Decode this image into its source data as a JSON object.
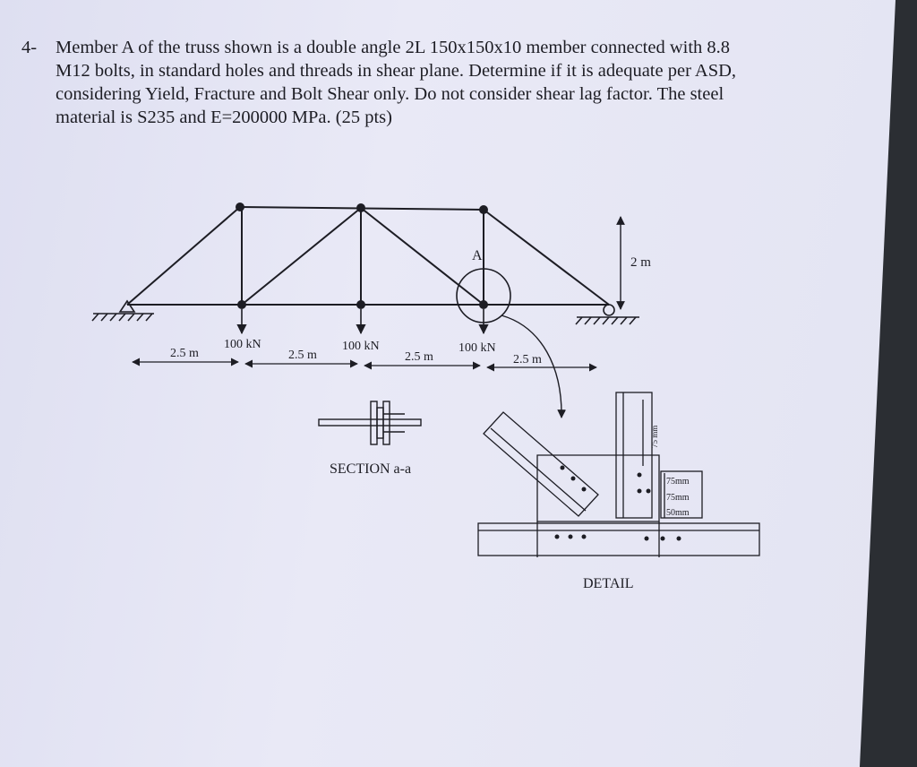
{
  "problem": {
    "number": "4-",
    "lines": [
      "Member A of the truss shown is a double angle 2L 150x150x10 member connected with 8.8",
      "M12 bolts, in standard holes and threads in shear plane. Determine if it is adequate per ASD,",
      "considering Yield, Fracture and Bolt Shear only. Do not consider shear lag factor. The steel",
      "material is S235 and E=200000 MPa. (25 pts)"
    ]
  },
  "truss": {
    "member_label": "A",
    "height_label": "2 m",
    "span_labels": [
      "2.5 m",
      "2.5 m",
      "2.5 m",
      "2.5 m"
    ],
    "load_labels": [
      "100 kN",
      "100 kN",
      "100 kN"
    ]
  },
  "section": {
    "label": "SECTION a-a"
  },
  "detail": {
    "label": "DETAIL",
    "dimension_labels": [
      "75 mm",
      "75mm",
      "75mm",
      "50mm"
    ]
  }
}
